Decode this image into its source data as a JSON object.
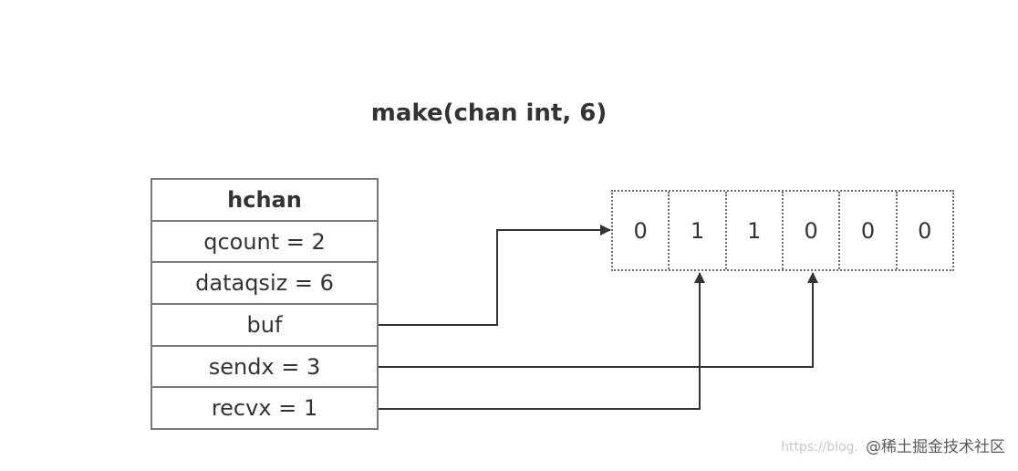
{
  "title": "make(chan int, 6)",
  "hchan": {
    "fields": [
      "hchan",
      "qcount = 2",
      "dataqsiz = 6",
      "buf",
      "sendx = 3",
      "recvx = 1"
    ]
  },
  "buffer": {
    "slots": [
      "0",
      "1",
      "1",
      "0",
      "0",
      "0"
    ]
  },
  "arrows": [
    {
      "from": "buf",
      "to": "buffer-slot-0"
    },
    {
      "from": "sendx = 3",
      "to": "buffer-slot-3"
    },
    {
      "from": "recvx = 1",
      "to": "buffer-slot-1"
    }
  ],
  "watermark": {
    "faint_url": "https://blog.",
    "brand": "@稀土掘金技术社区"
  },
  "colors": {
    "line": "#333333",
    "border": "#7a7a7a",
    "text": "#333333"
  }
}
